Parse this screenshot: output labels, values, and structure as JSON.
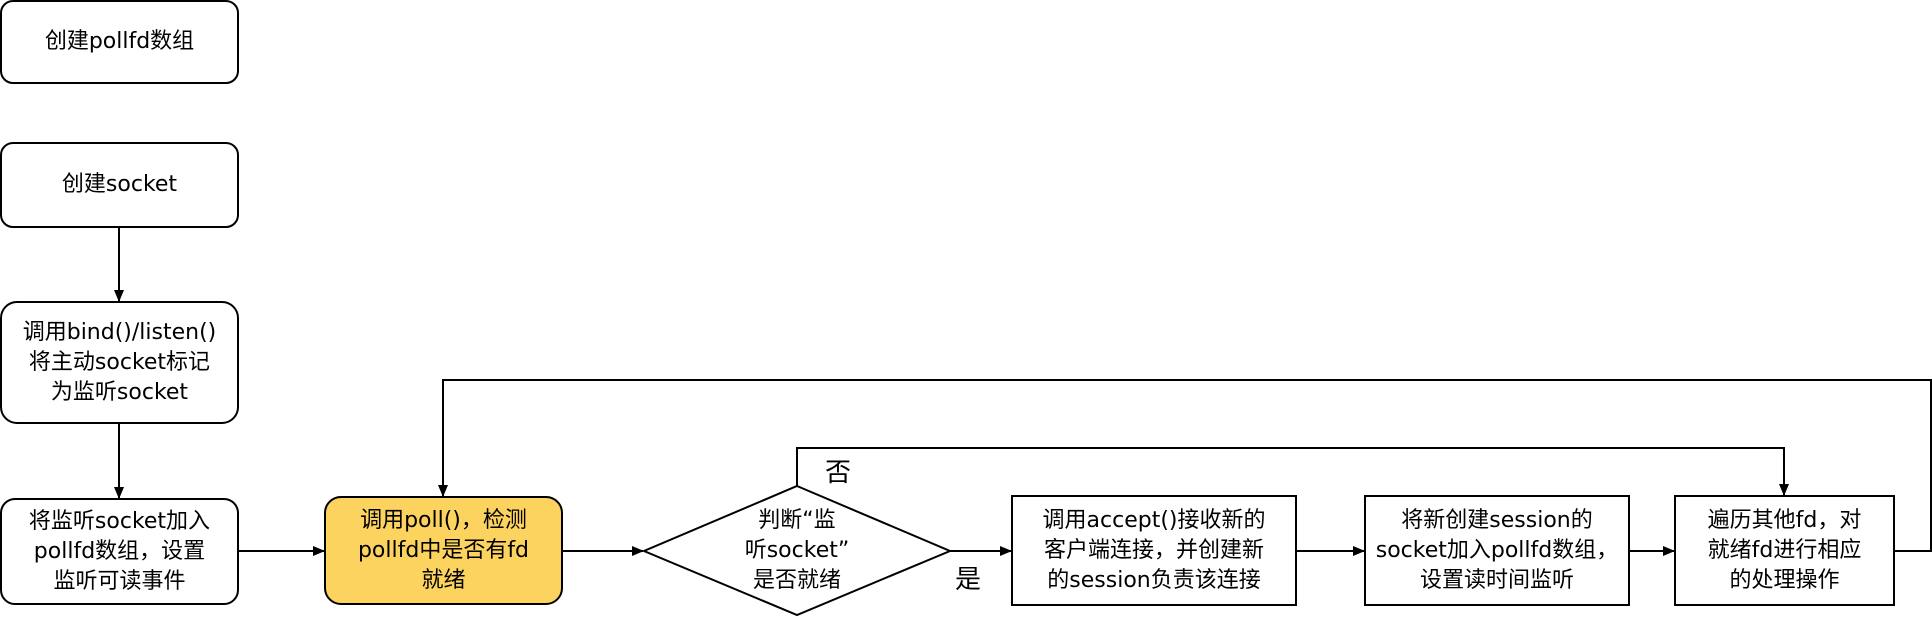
{
  "nodes": {
    "create_pollfd": "创建pollfd数组",
    "create_socket": "创建socket",
    "bind_listen": "调用bind()/listen()\n将主动socket标记\n为监听socket",
    "add_listen": "将监听socket加入\npollfd数组，设置\n监听可读事件",
    "call_poll": "调用poll()，检测\npollfd中是否有fd\n就绪",
    "decision": "判断“监\n听socket”\n是否就绪",
    "accept": "调用accept()接收新的\n客户端连接，并创建新\n的session负责该连接",
    "add_session": "将新创建session的\nsocket加入pollfd数组，\n设置读时间监听",
    "traverse": "遍历其他fd，对\n就绪fd进行相应\n的处理操作"
  },
  "edge_labels": {
    "no": "否",
    "yes": "是"
  },
  "colors": {
    "highlight": "#FDD35F",
    "stroke": "#000000",
    "background": "#ffffff"
  }
}
